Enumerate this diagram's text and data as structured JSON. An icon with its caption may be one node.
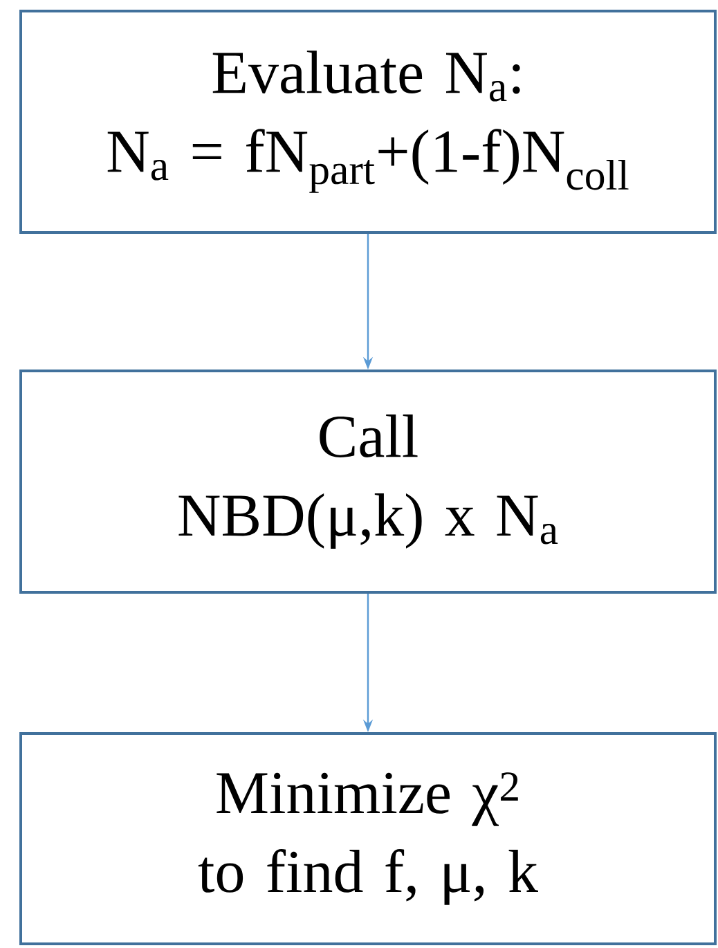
{
  "diagram": {
    "nodes": [
      {
        "text": [
          "Evaluate N$_{a}$:",
          "N$_{a}$ = fN$_{part}$+(1-f)N$_{coll}$"
        ]
      },
      {
        "text": [
          "Call",
          "NBD(μ,k) x N$_{a}$"
        ]
      },
      {
        "text": [
          "Minimize χ$^{2}$ to find f, μ, k"
        ]
      }
    ],
    "edges": [
      {
        "from": 0,
        "to": 1,
        "arrow": "to"
      },
      {
        "from": 1,
        "to": 2,
        "arrow": "to"
      }
    ]
  }
}
